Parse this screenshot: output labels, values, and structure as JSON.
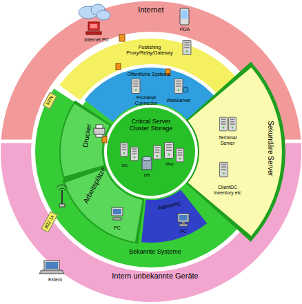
{
  "diagram": {
    "nodes": [
      {
        "text": [
          "Internet"
        ]
      },
      {
        "text": [
          "Internet PC"
        ],
        "in": 0
      },
      {
        "text": [
          "PDA"
        ],
        "in": 0
      },
      {
        "text": [
          "Publishing Proxy/Relay/Gateway"
        ]
      },
      {
        "text": [
          "VPN"
        ]
      },
      {
        "text": [
          "Bekannte Systeme"
        ]
      },
      {
        "text": [
          "Öffentliche Systeme"
        ],
        "in": 5
      },
      {
        "text": [
          "Frontend Connector"
        ],
        "in": 6
      },
      {
        "text": [
          "WebServer"
        ],
        "in": 6
      },
      {
        "text": [
          "Critical Server Cluster Storage"
        ],
        "in": 5
      },
      {
        "text": [
          "Drucker"
        ],
        "in": 5
      },
      {
        "text": [
          "Sekundäre Server"
        ],
        "in": 5
      },
      {
        "text": [
          "Terminal Server"
        ],
        "in": 11
      },
      {
        "text": [
          "ClientDC Inventory etc"
        ],
        "in": 11
      },
      {
        "text": [
          "Arbeitsplätze"
        ],
        "in": 5
      },
      {
        "text": [
          "PC"
        ],
        "in": 14
      },
      {
        "text": [
          "AdminPC"
        ],
        "in": 5
      },
      {
        "text": [
          "PC"
        ],
        "in": 16
      },
      {
        "text": [
          "Intern unbekannte Geräte"
        ]
      },
      {
        "text": [
          "802.1x"
        ],
        "in": 18
      },
      {
        "text": [
          "Extern"
        ],
        "in": 18
      }
    ],
    "labels": [
      "DC",
      "DB",
      "Mail"
    ]
  }
}
